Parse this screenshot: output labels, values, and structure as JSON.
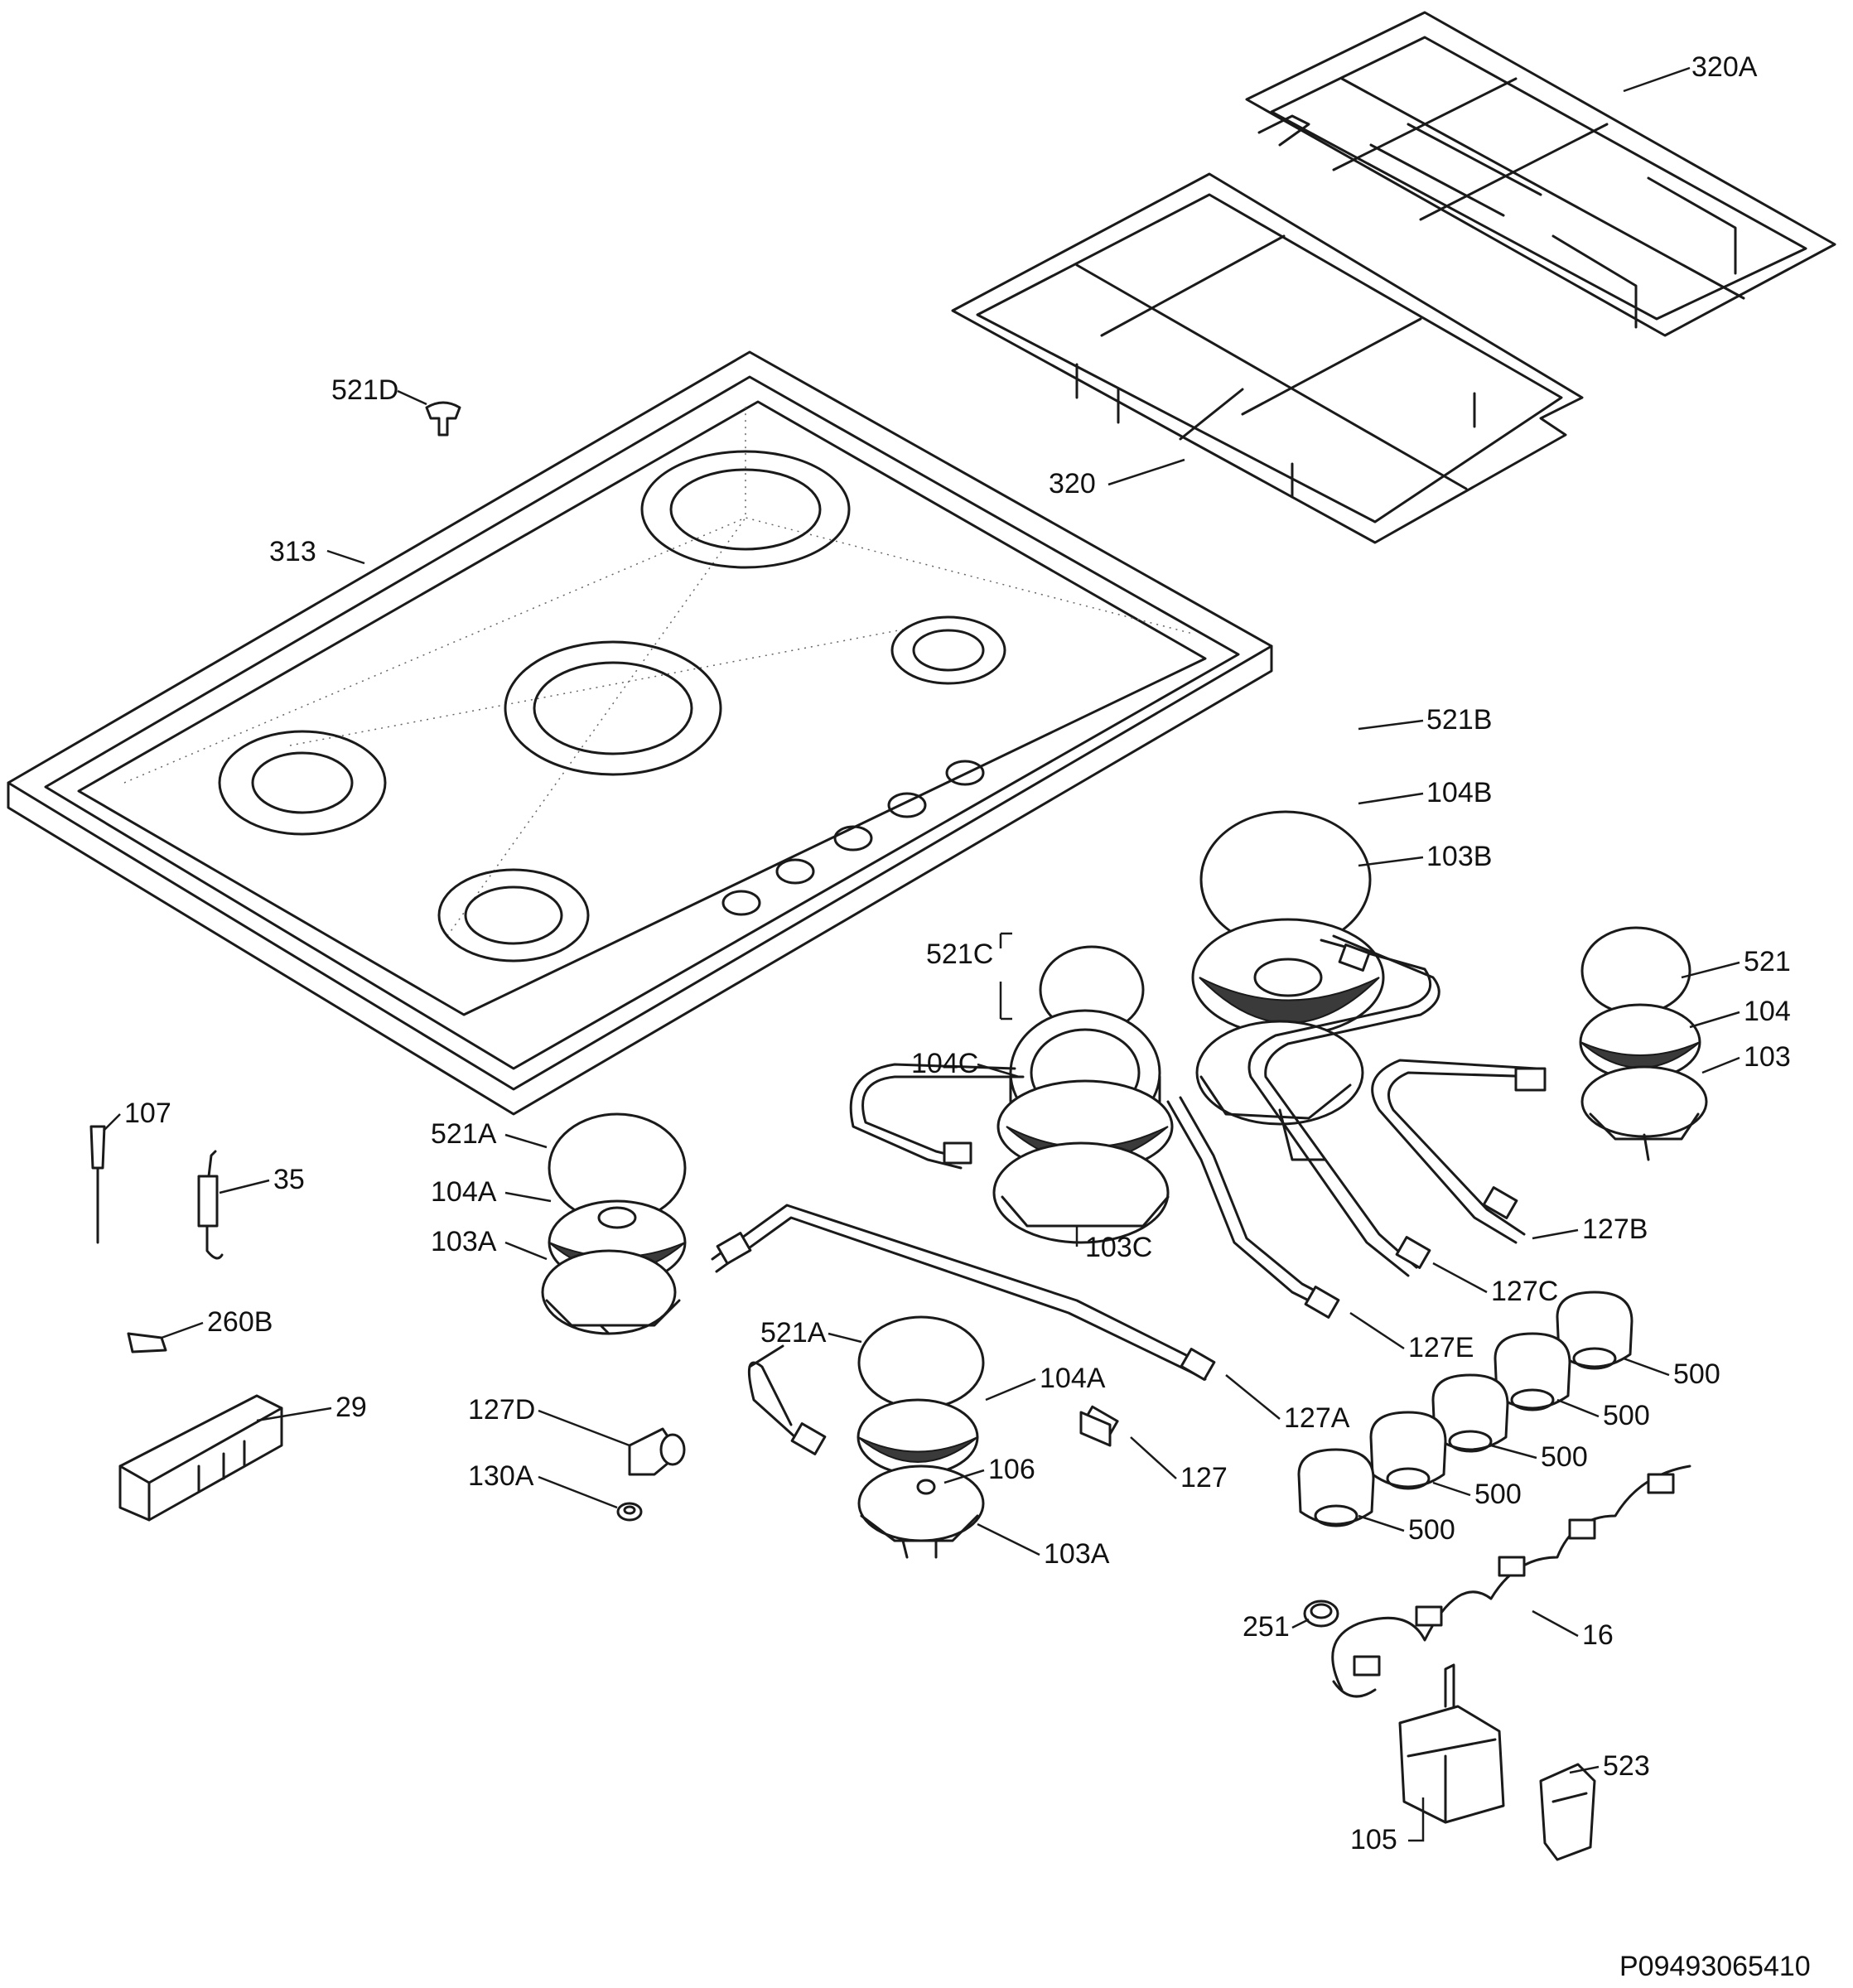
{
  "labels": {
    "l320A": "320A",
    "l320": "320",
    "l521D": "521D",
    "l313": "313",
    "l521B": "521B",
    "l104B": "104B",
    "l103B": "103B",
    "l521C": "521C",
    "l104C": "104C",
    "l103C": "103C",
    "l521": "521",
    "l104": "104",
    "l103": "103",
    "l127B": "127B",
    "l127C": "127C",
    "l127E": "127E",
    "l107": "107",
    "l35": "35",
    "l521A_1": "521A",
    "l104A_1": "104A",
    "l103A_1": "103A",
    "l260B": "260B",
    "l29": "29",
    "l127D": "127D",
    "l130A": "130A",
    "l521A_2": "521A",
    "l104A_2": "104A",
    "l106": "106",
    "l103A_2": "103A",
    "l127": "127",
    "l127A": "127A",
    "l500_1": "500",
    "l500_2": "500",
    "l500_3": "500",
    "l500_4": "500",
    "l500_5": "500",
    "l251": "251",
    "l16": "16",
    "l523": "523",
    "l105": "105"
  },
  "document_code": "P09493065410"
}
